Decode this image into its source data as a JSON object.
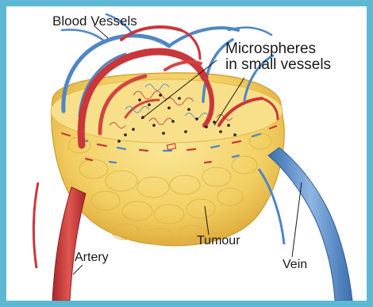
{
  "labels": {
    "blood_vessels": "Blood Vessels",
    "microspheres_line1": "Microspheres",
    "microspheres_line2": "in small vessels",
    "tumour": "Tumour",
    "artery": "Artery",
    "vein": "Vein"
  },
  "colors": {
    "frame": "#5db8d3",
    "tumour_fill": "#f7dc79",
    "tumour_shadow": "#e9bc4a",
    "artery": "#c9373b",
    "vein": "#4f86c6",
    "microsphere": "#1a1a1a"
  }
}
